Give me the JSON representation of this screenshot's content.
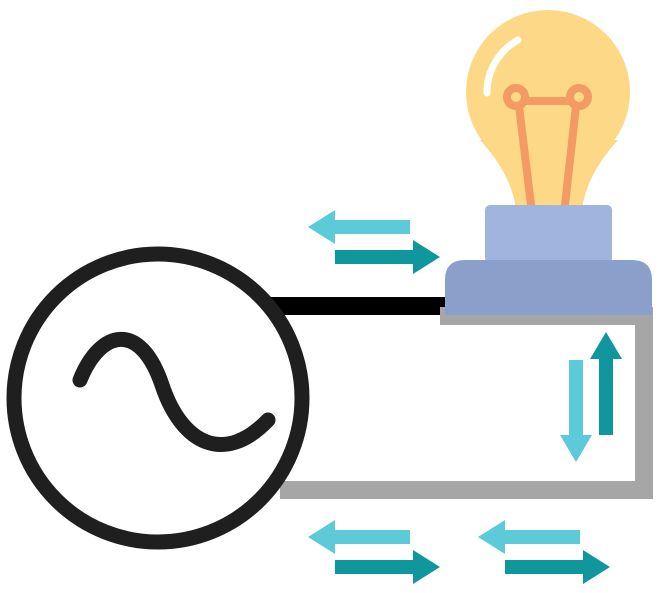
{
  "diagram": {
    "components": [
      {
        "id": "ac-source",
        "icon": "ac-source-icon"
      },
      {
        "id": "light-bulb",
        "icon": "light-bulb-icon"
      }
    ],
    "wires": [
      {
        "id": "top-wire",
        "color": "#000000"
      },
      {
        "id": "return-wire",
        "color": "#a6a6a6"
      }
    ],
    "arrow_colors": {
      "light": "#5ccad8",
      "dark": "#10979e"
    },
    "bulb_colors": {
      "glass": "#fdd887",
      "filament": "#f39b63",
      "base_top": "#9fb5de",
      "base_bottom": "#8a9fc9"
    }
  }
}
